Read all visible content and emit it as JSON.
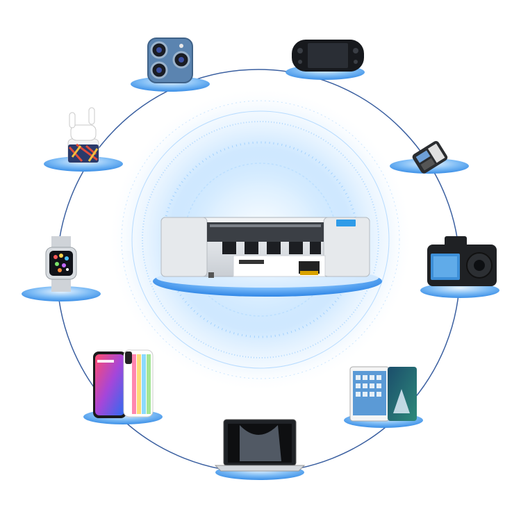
{
  "scene": {
    "background": "#ffffff",
    "ring_color": "#3a5fa0",
    "disc_color": "#4a9ff0",
    "glow_color": "#6fb8ff",
    "machine_color": "#e9ecef"
  },
  "machine": {
    "icon": "film-cutting-plotter",
    "brand_text": "",
    "screen_color": "#2f9be8"
  },
  "devices": [
    {
      "id": "camera-phone",
      "icon": "phone-camera-lens-icon"
    },
    {
      "id": "handheld-console",
      "icon": "game-console-icon"
    },
    {
      "id": "earbuds",
      "icon": "earbuds-icon"
    },
    {
      "id": "pos-terminal",
      "icon": "pos-terminal-icon"
    },
    {
      "id": "smartwatch",
      "icon": "smartwatch-icon"
    },
    {
      "id": "dslr-camera",
      "icon": "dslr-camera-icon"
    },
    {
      "id": "smartphones",
      "icon": "smartphone-icon"
    },
    {
      "id": "tablets",
      "icon": "tablet-icon"
    },
    {
      "id": "laptop",
      "icon": "laptop-icon"
    }
  ]
}
